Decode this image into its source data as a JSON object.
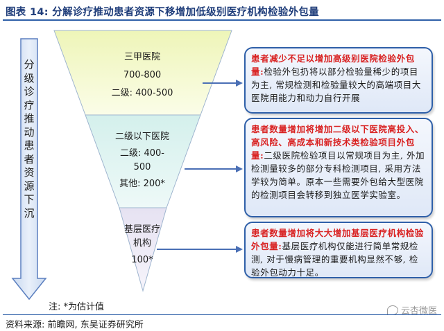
{
  "header": {
    "title": "图表 14:  分解诊疗推动患者资源下移增加低级别医疗机构检验外包量"
  },
  "arrow_text": "分级诊疗推动患者资源下沉",
  "tiers": [
    {
      "name": "三甲医院",
      "line2": "700-800",
      "line3": "二级: 400-500"
    },
    {
      "name": "二级以下医院",
      "line2": "二级: 400-",
      "line3": "500",
      "line4": "其他: 200*"
    },
    {
      "name": "基层医疗",
      "line2": "机构",
      "line3": "100*"
    }
  ],
  "boxes": [
    {
      "highlight": "患者减少不足以增加高级别医院检验外包量:",
      "body": "检验外包扔将以部分检验量稀少的项目为主, 常规检测和检验量较大的高端项目大医院用能力和动力自行开展"
    },
    {
      "highlight": "患者数量增加将增加二级以下医院高投入、高风险、高成本和新技术类检验项目外包量:",
      "body": "二级医院检验项目以常规项目为主, 外加检测量较多的部分专科检测项目, 采用方法学较为简单。原本一些需要外包给大型医院的检测项目会转移到独立医学实验室。"
    },
    {
      "highlight": "患者数量增加将大大增加基层医疗机构检验外包量:",
      "body": "基层医疗机构仅能进行简单常规检测, 对于慢病管理的重要机构显然不够, 检验外包动力十足。"
    }
  ],
  "note": "注: *为估计值",
  "source": "资料来源: 前瞻网, 东吴证券研究所",
  "watermark": "云杏微医",
  "colors": {
    "accent": "#2e5fa8",
    "highlight": "#d92323",
    "tier1": "#f4f8c8",
    "tier2": "#dff4f2",
    "tier3": "#ece9f5"
  }
}
